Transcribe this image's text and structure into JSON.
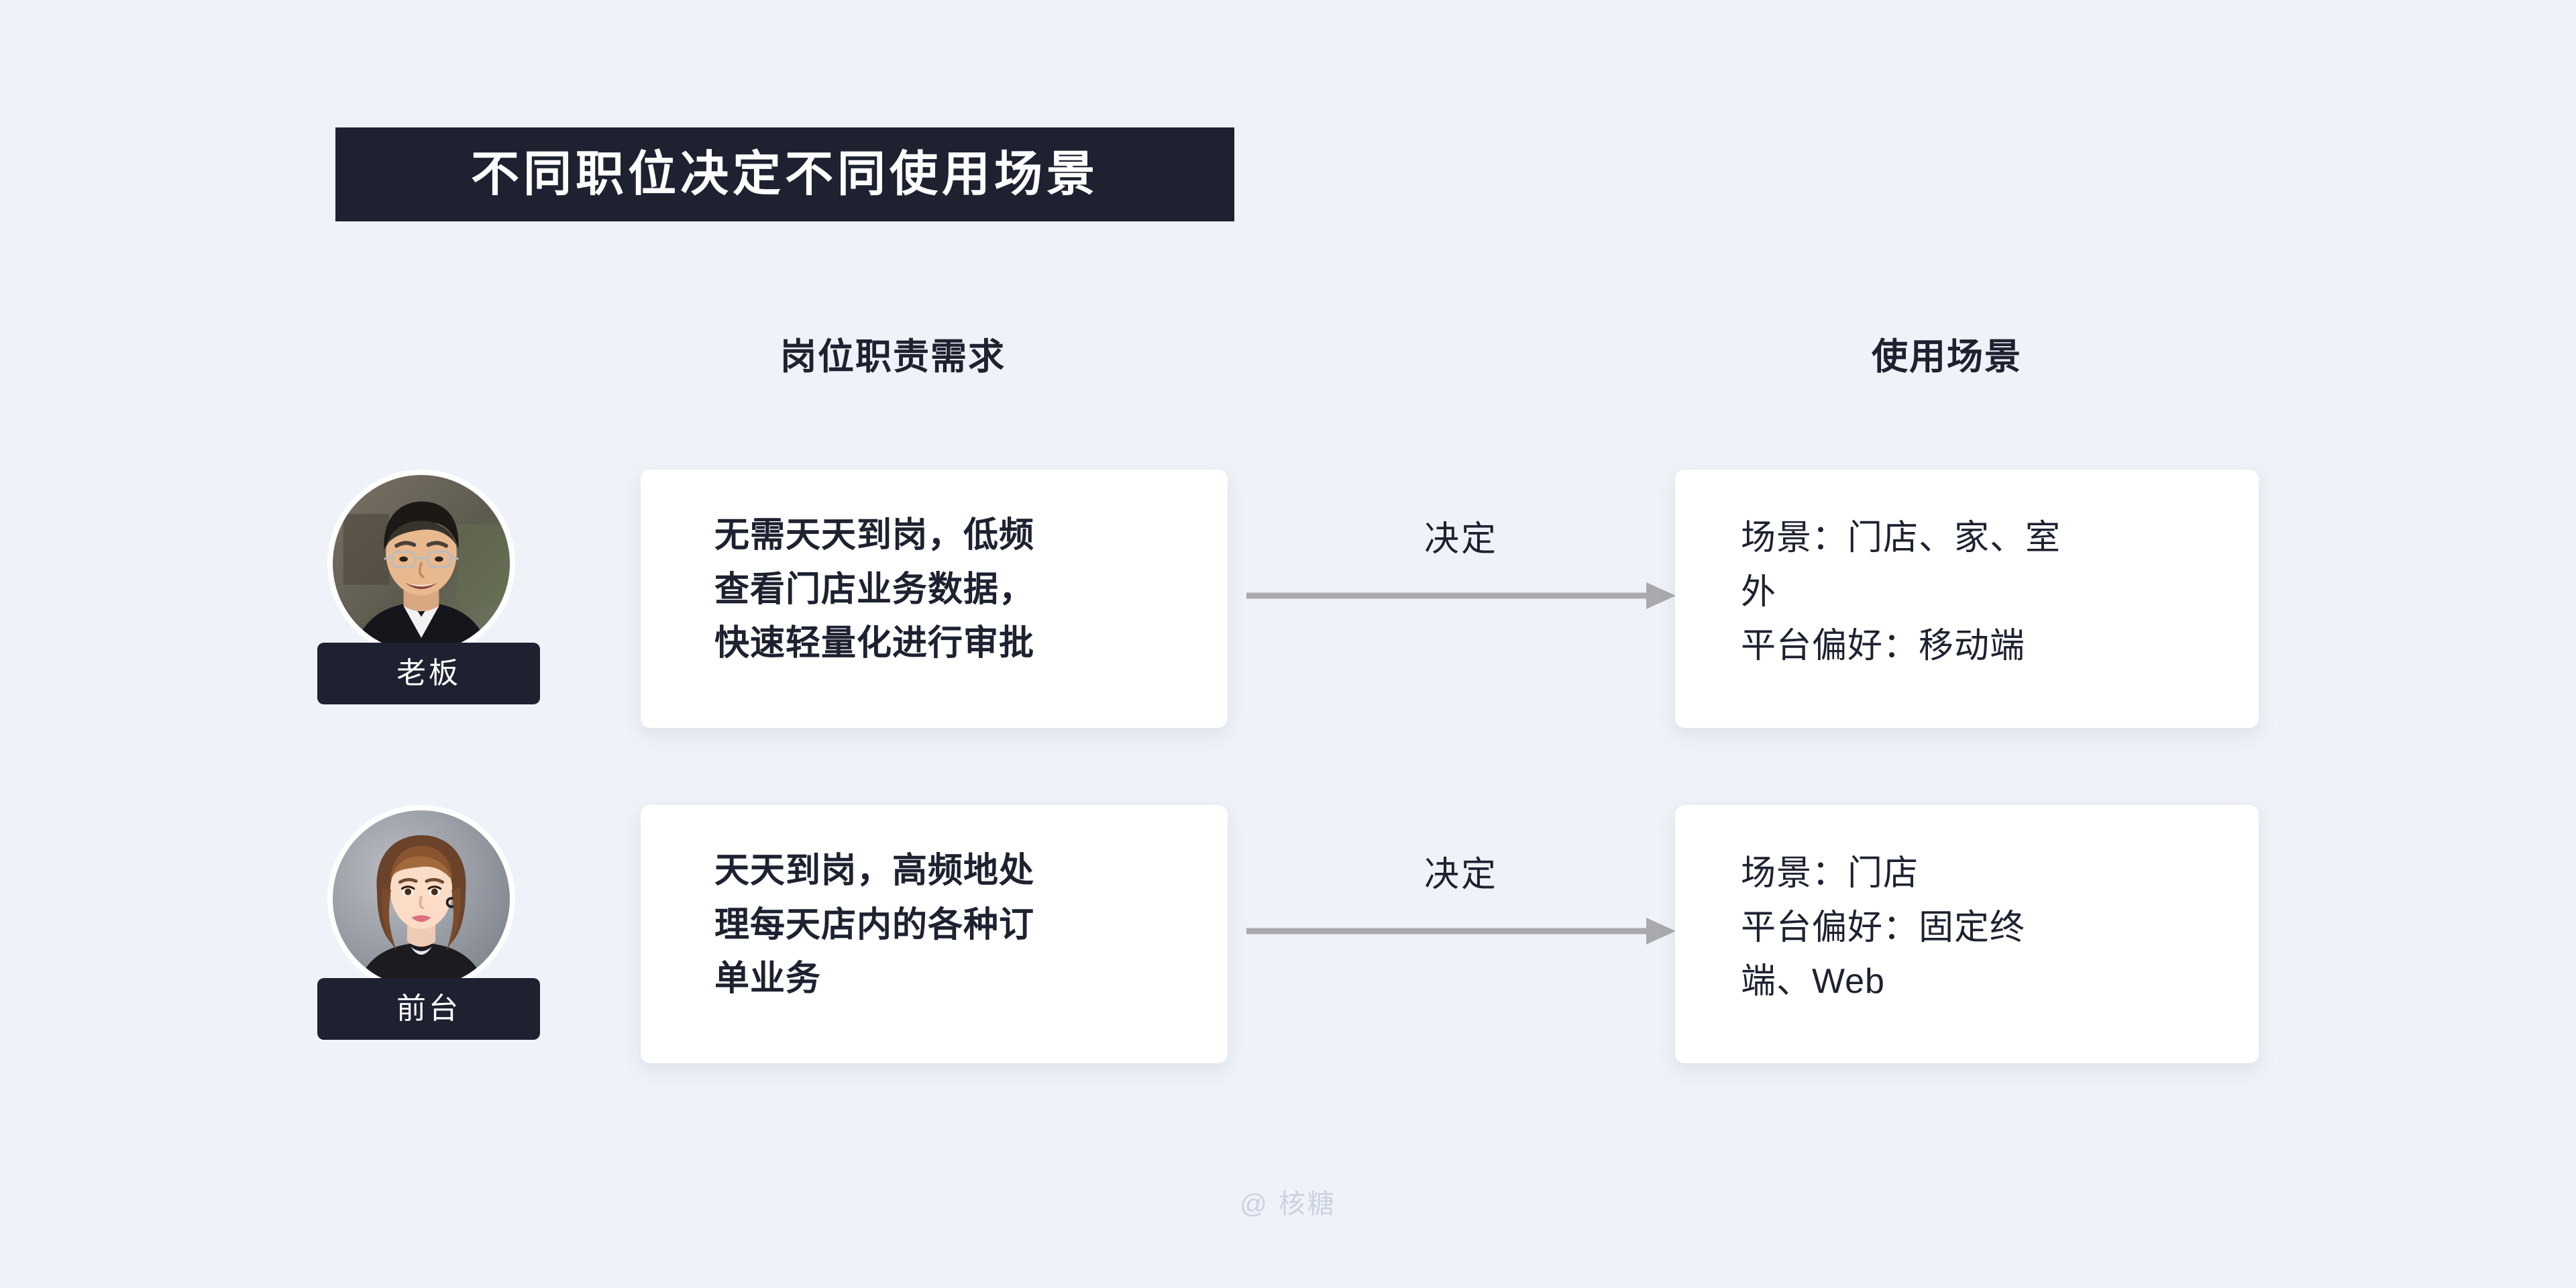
{
  "title": {
    "text": "不同职位决定不同使用场景",
    "banner_color": "#1e2130",
    "text_color": "#ffffff"
  },
  "background_color": "#eff2f8",
  "columns": {
    "duties_header": "岗位职责需求",
    "scenes_header": "使用场景"
  },
  "connector": {
    "label": "决定",
    "arrow_color": "#a9aaad",
    "icon": "right-arrow-icon"
  },
  "rows": [
    {
      "role": "老板",
      "avatar_icon": "avatar-photo-boss",
      "duty": "无需天天到岗，低频\n查看门店业务数据，\n快速轻量化进行审批",
      "scene": "场景：门店、家、室\n外\n平台偏好：移动端",
      "connector_label": "决定"
    },
    {
      "role": "前台",
      "avatar_icon": "avatar-photo-receptionist",
      "duty": "天天到岗，高频地处\n理每天店内的各种订\n单业务",
      "scene": "场景：门店\n平台偏好：固定终\n端、Web",
      "connector_label": "决定"
    }
  ],
  "watermark": "@ 核糖"
}
